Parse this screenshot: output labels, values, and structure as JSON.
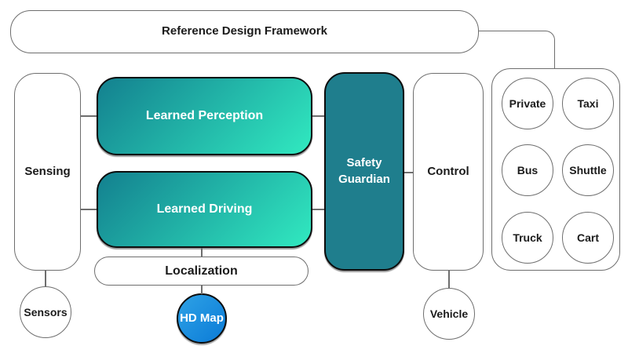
{
  "diagram": {
    "title": "Reference Design Framework",
    "nodes": {
      "sensing": {
        "label": "Sensing"
      },
      "learned_perception": {
        "label": "Learned Perception"
      },
      "learned_driving": {
        "label": "Learned Driving"
      },
      "localization": {
        "label": "Localization"
      },
      "hd_map": {
        "label": "HD Map"
      },
      "sensors": {
        "label": "Sensors"
      },
      "safety_guardian": {
        "label": "Safety Guardian"
      },
      "control": {
        "label": "Control"
      },
      "vehicle": {
        "label": "Vehicle"
      }
    },
    "vehicle_types": [
      "Private",
      "Taxi",
      "Bus",
      "Shuttle",
      "Truck",
      "Cart"
    ],
    "colors": {
      "gradient_start": "#13808f",
      "gradient_end": "#31e9c0",
      "safety_guardian_fill": "#1f7e8d",
      "hd_map_start": "#2ea2e6",
      "hd_map_end": "#0b7bd7",
      "border_gray": "#6e6e6e",
      "border_black": "#0d0d0d",
      "text_dark": "#1b1b1b",
      "text_light": "#ffffff"
    }
  }
}
